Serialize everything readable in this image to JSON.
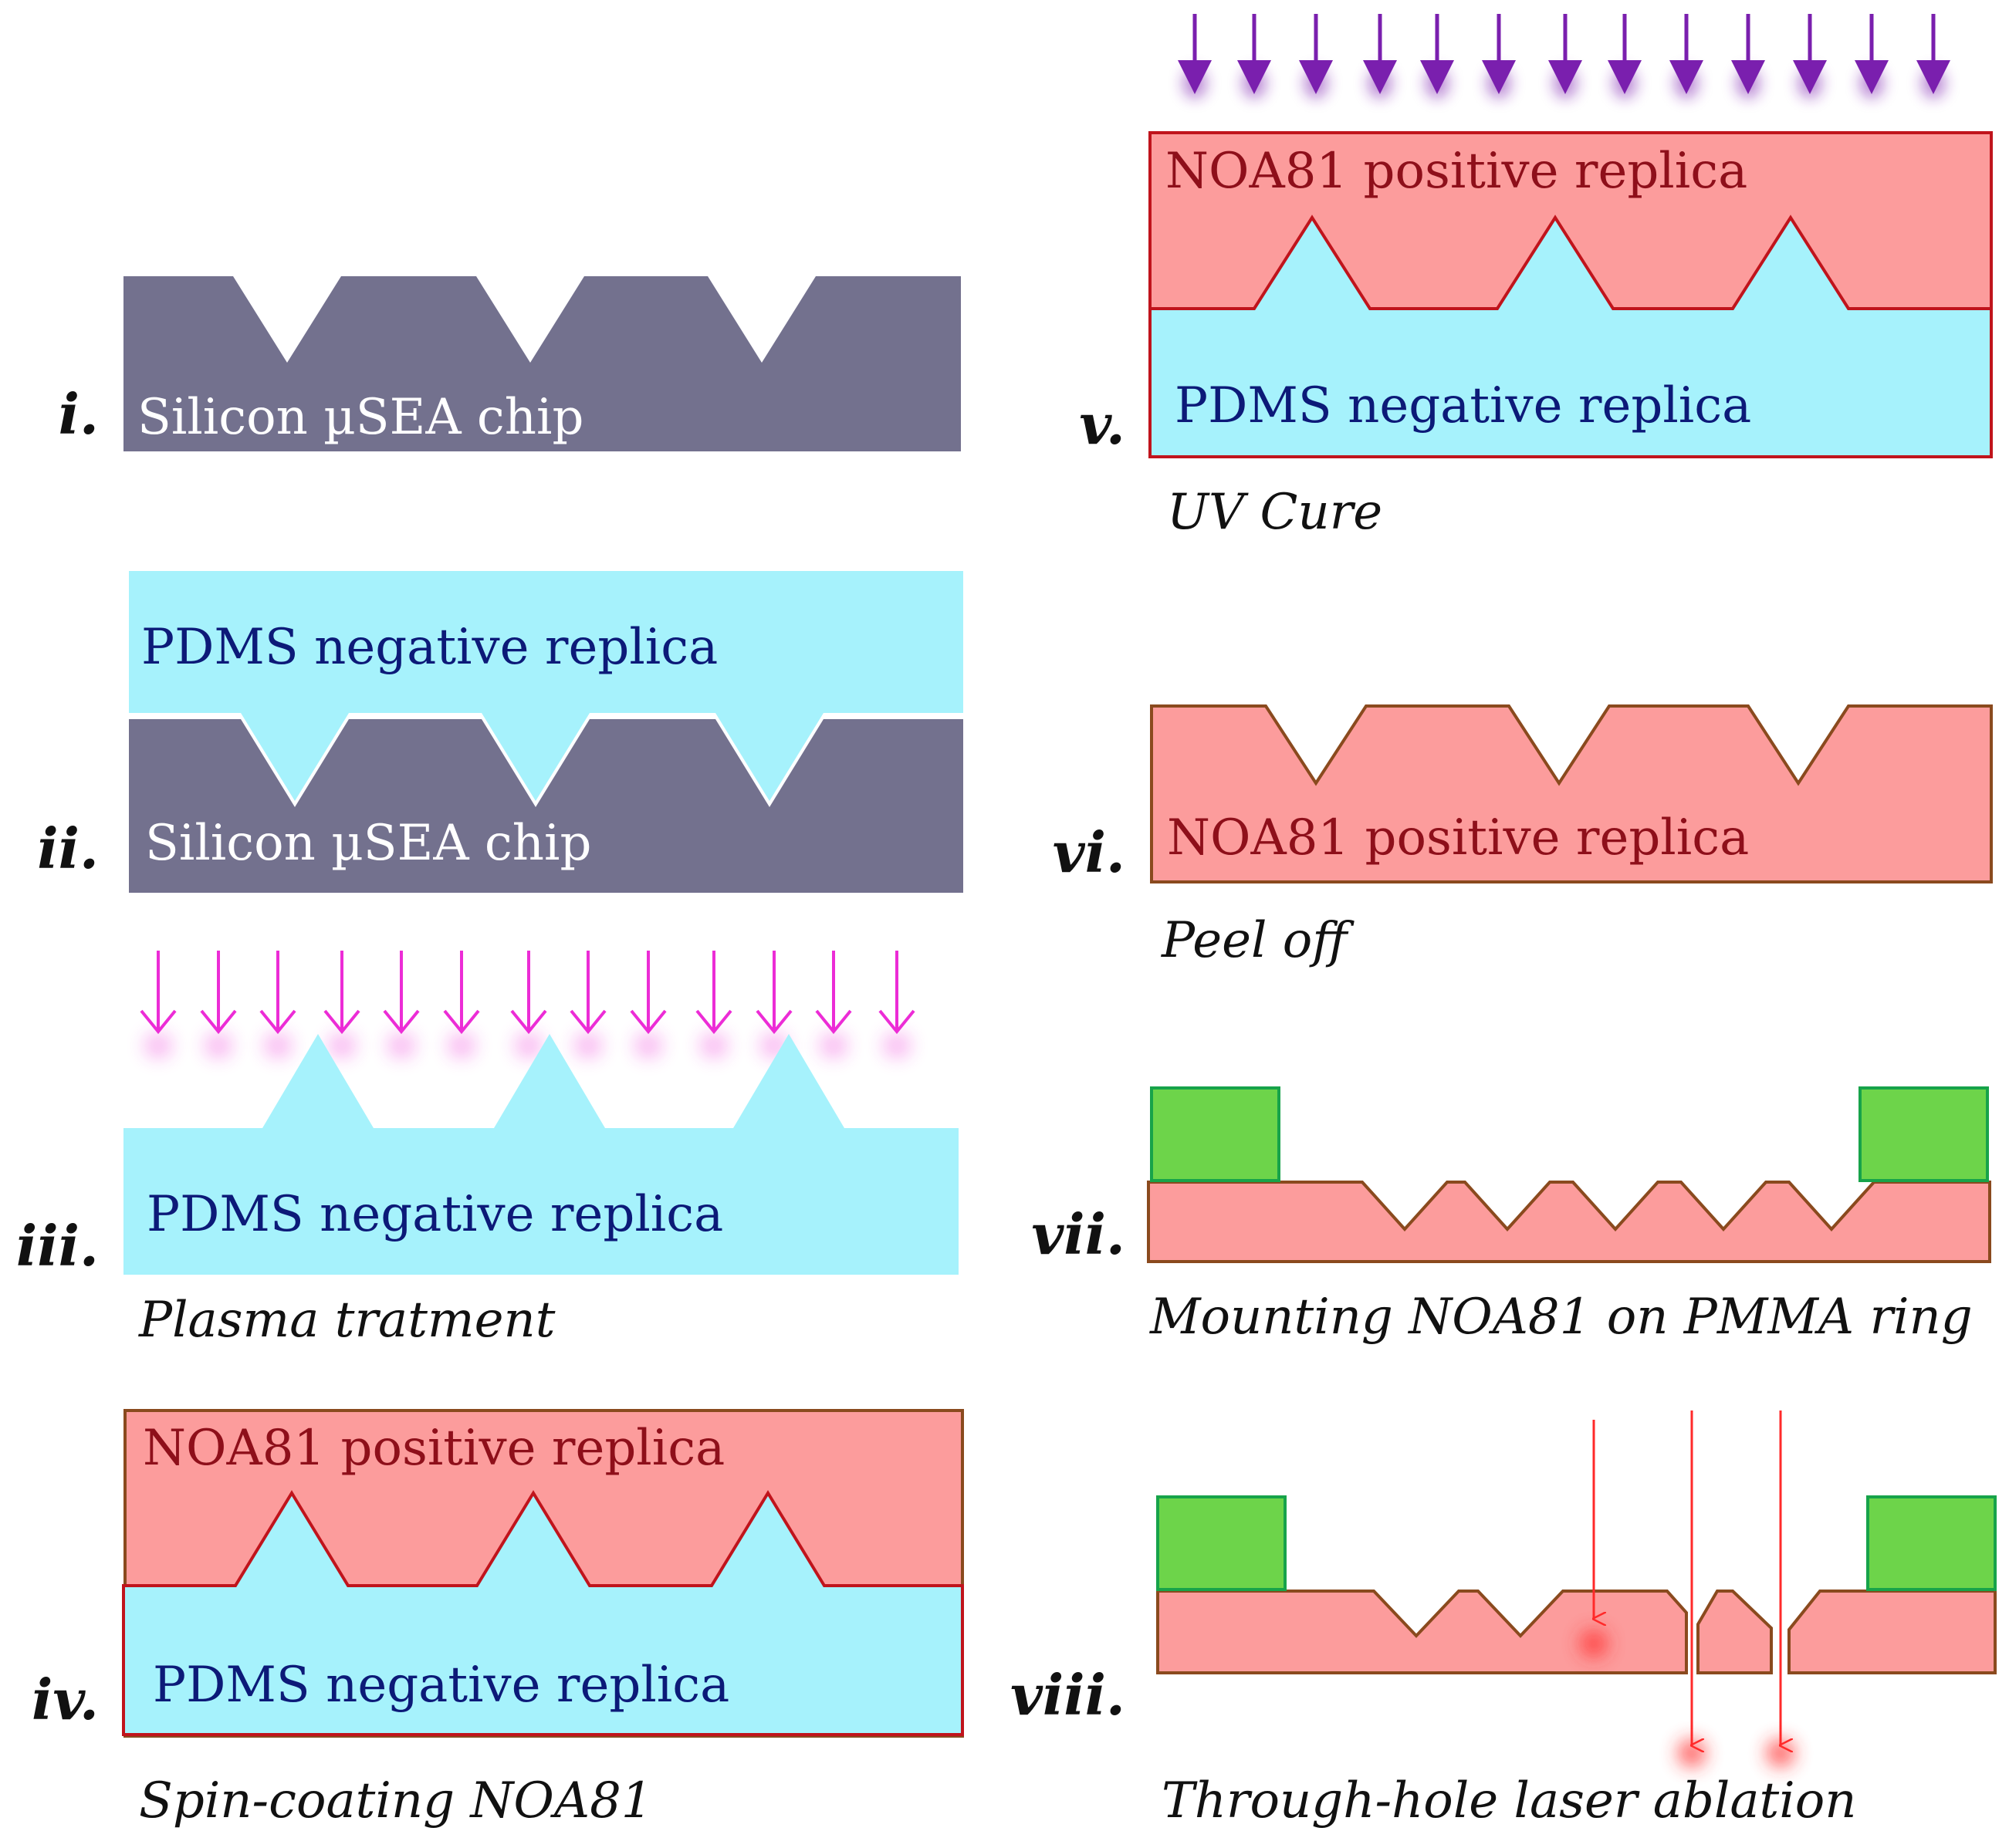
{
  "colors": {
    "silicon": "#73718e",
    "pdms": "#a6f2fc",
    "noa81": "#fc9c9c",
    "noa81_border": "#8a4a1e",
    "pdms_border": "#c0141c",
    "pmma_ring": "#6dd44a",
    "pmma_border": "#17a34a",
    "uv_arrow": "#7a1fae",
    "plasma_arrow": "#ec2cd6",
    "laser": "#ff2a2a",
    "label_light": "#ffffff",
    "label_blue": "#0c1a78",
    "label_red": "#8e0f1a",
    "text_black": "#111111"
  },
  "steps": [
    {
      "id": "i",
      "numeral": "i.",
      "layer_labels": [
        "Silicon µSEA chip"
      ],
      "caption": ""
    },
    {
      "id": "ii",
      "numeral": "ii.",
      "layer_labels": [
        "PDMS negative replica",
        "Silicon µSEA chip"
      ],
      "caption": ""
    },
    {
      "id": "iii",
      "numeral": "iii.",
      "layer_labels": [
        "PDMS negative replica"
      ],
      "caption": "Plasma tratment"
    },
    {
      "id": "iv",
      "numeral": "iv.",
      "layer_labels": [
        "NOA81 positive replica",
        "PDMS negative replica"
      ],
      "caption": "Spin-coating NOA81"
    },
    {
      "id": "v",
      "numeral": "v.",
      "layer_labels": [
        "NOA81 positive replica",
        "PDMS negative replica"
      ],
      "caption": "UV Cure"
    },
    {
      "id": "vi",
      "numeral": "vi.",
      "layer_labels": [
        "NOA81 positive replica"
      ],
      "caption": "Peel off"
    },
    {
      "id": "vii",
      "numeral": "vii.",
      "layer_labels": [],
      "caption": "Mounting NOA81 on PMMA ring"
    },
    {
      "id": "viii",
      "numeral": "viii.",
      "layer_labels": [],
      "caption": "Through-hole laser ablation"
    }
  ]
}
